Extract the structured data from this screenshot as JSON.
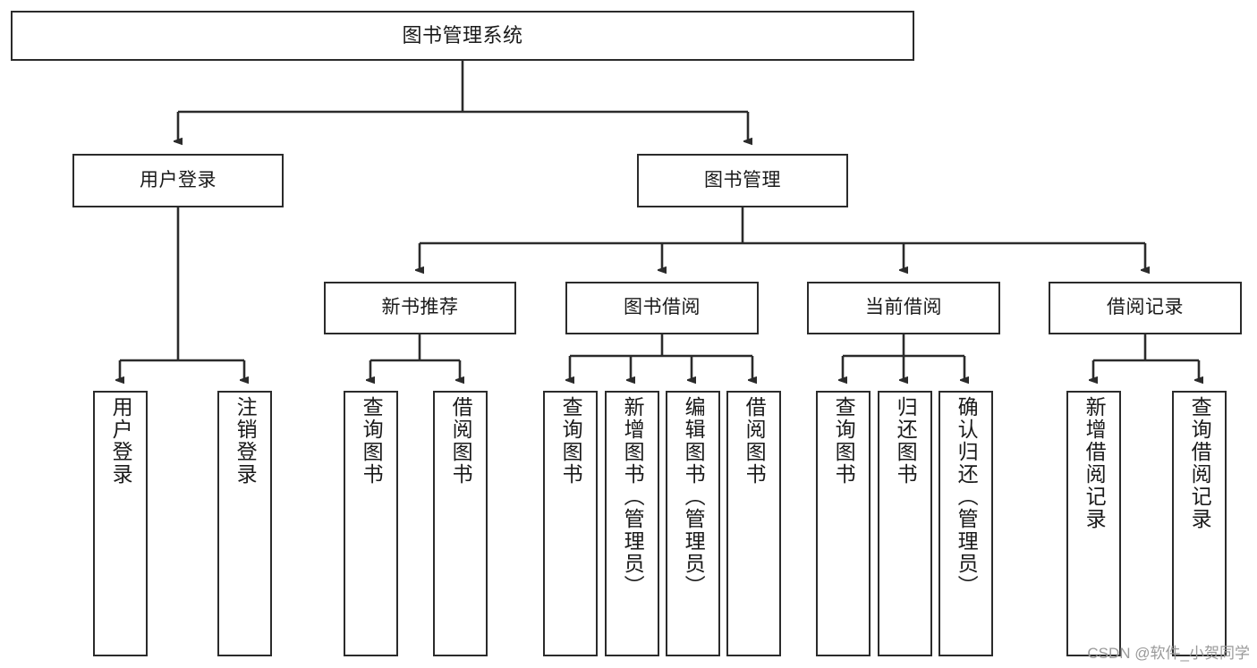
{
  "diagram": {
    "type": "tree",
    "title": "图书管理系统",
    "colors": {
      "box_border": "#2b2b2b",
      "box_fill": "#ffffff",
      "connector": "#2b2b2b",
      "text": "#1a1a1a",
      "watermark": "#9a9a9a"
    },
    "levels": {
      "root": {
        "label": "图书管理系统"
      },
      "level2": [
        {
          "label": "用户登录"
        },
        {
          "label": "图书管理"
        }
      ],
      "level3": [
        {
          "label": "新书推荐"
        },
        {
          "label": "图书借阅"
        },
        {
          "label": "当前借阅"
        },
        {
          "label": "借阅记录"
        }
      ],
      "leaves": {
        "user_login": [
          {
            "label": "用户登录"
          },
          {
            "label": "注销登录"
          }
        ],
        "new_book_recommend": [
          {
            "label": "查询图书"
          },
          {
            "label": "借阅图书"
          }
        ],
        "book_borrow": [
          {
            "label": "查询图书"
          },
          {
            "label": "新增图书（管理员）"
          },
          {
            "label": "编辑图书（管理员）"
          },
          {
            "label": "借阅图书"
          }
        ],
        "current_borrow": [
          {
            "label": "查询图书"
          },
          {
            "label": "归还图书"
          },
          {
            "label": "确认归还（管理员）"
          }
        ],
        "borrow_record": [
          {
            "label": "新增借阅记录"
          },
          {
            "label": "查询借阅记录"
          }
        ]
      }
    },
    "watermark": "CSDN @软件_小贺同学"
  }
}
